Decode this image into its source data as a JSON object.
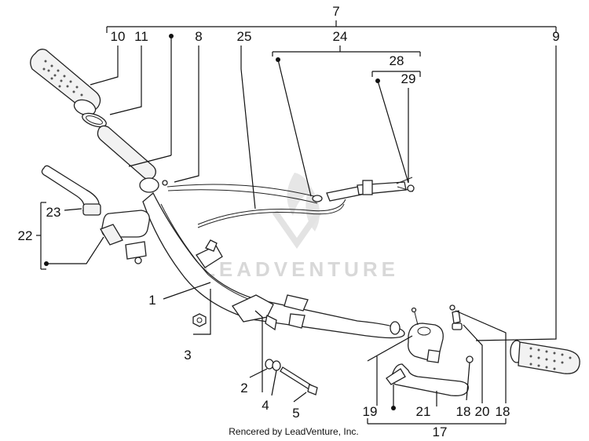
{
  "callouts": {
    "n1": "1",
    "n2": "2",
    "n3": "3",
    "n4": "4",
    "n5": "5",
    "n7": "7",
    "n8": "8",
    "n9": "9",
    "n10": "10",
    "n11": "11",
    "n17": "17",
    "n18a": "18",
    "n18b": "18",
    "n19": "19",
    "n20": "20",
    "n21": "21",
    "n22": "22",
    "n23": "23",
    "n24": "24",
    "n25": "25",
    "n28": "28",
    "n29": "29"
  },
  "watermark": "LEADVENTURE",
  "footer": "Rencered by LeadVenture, Inc.",
  "colors": {
    "ink": "#111111",
    "watermark": "#d8d8d8",
    "background": "#ffffff"
  }
}
